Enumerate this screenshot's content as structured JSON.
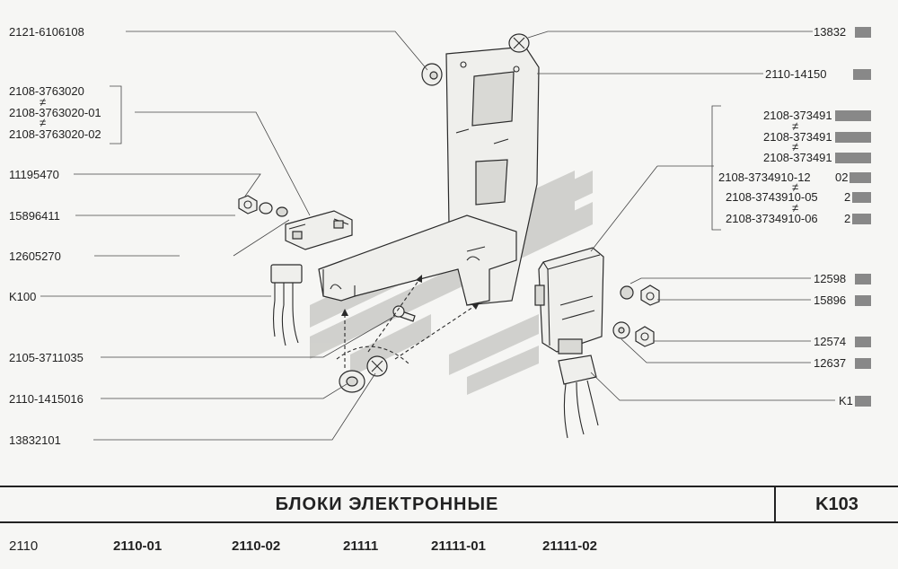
{
  "title": "БЛОКИ   ЭЛЕКТРОННЫЕ",
  "code": "K103",
  "models": [
    "2110",
    "2110-01",
    "2110-02",
    "21111",
    "21111-01",
    "21111-02"
  ],
  "labels_left": [
    "2121-6106108",
    "2108-3763020",
    "2108-3763020-01",
    "2108-3763020-02",
    "11195470",
    "15896411",
    "12605270",
    "K100",
    "2105-3711035",
    "2110-1415016",
    "13832101"
  ],
  "labels_right": [
    "13832",
    "2110-14150",
    "2108-373491",
    "2108-373491",
    "2108-373491",
    "2108-3734910-12",
    "2108-3743910-05",
    "2108-3734910-06",
    "12598",
    "15896",
    "12574",
    "12637",
    "K1"
  ],
  "suffixes": {
    "r5": "02",
    "r6": "2",
    "r7": "2"
  },
  "alt_mark": "≠",
  "colors": {
    "ink": "#2a2a2a",
    "watermark": "#bdbdba",
    "background": "#f6f6f4"
  }
}
